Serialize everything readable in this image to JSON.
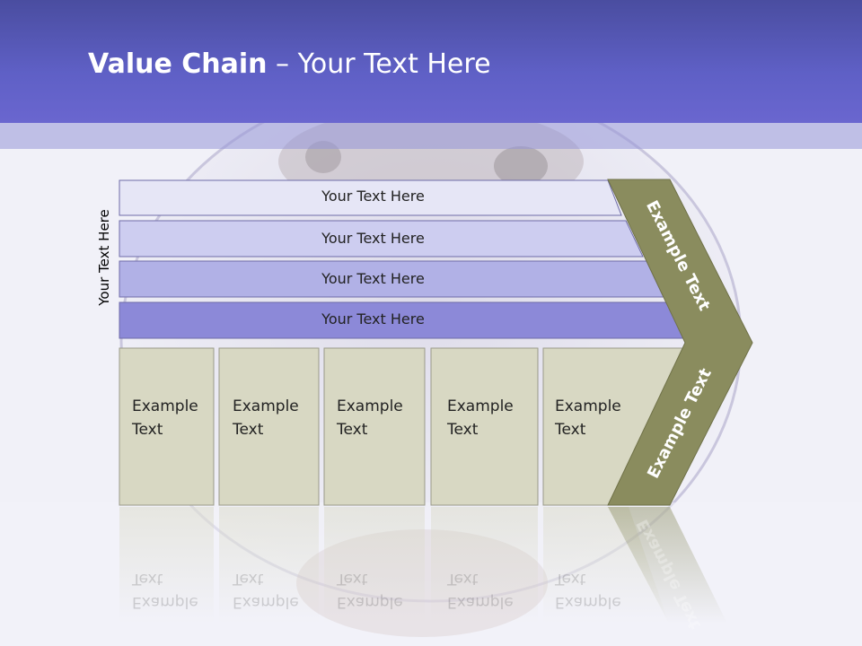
{
  "slide": {
    "title_bold": "Value Chain",
    "title_rest": " – Your Text Here"
  },
  "side_label": "Your Text Here",
  "bands": [
    {
      "label": "Your Text Here",
      "color": "#e6e6f6"
    },
    {
      "label": "Your Text Here",
      "color": "#cdcdf0"
    },
    {
      "label": "Your Text Here",
      "color": "#b1b1e6"
    },
    {
      "label": "Your Text Here",
      "color": "#8c89d8"
    }
  ],
  "boxes": [
    {
      "line1": "Example",
      "line2": "Text"
    },
    {
      "line1": "Example",
      "line2": "Text"
    },
    {
      "line1": "Example",
      "line2": "Text"
    },
    {
      "line1": "Example",
      "line2": "Text"
    },
    {
      "line1": "Example",
      "line2": "Text"
    }
  ],
  "arrow": {
    "upper_text": "Example Text",
    "lower_text": "Example Text",
    "color": "#8a8c5e"
  },
  "colors": {
    "header": "#5f60c6",
    "box_fill": "#d8d8c3",
    "box_border": "#9a9a8a"
  }
}
